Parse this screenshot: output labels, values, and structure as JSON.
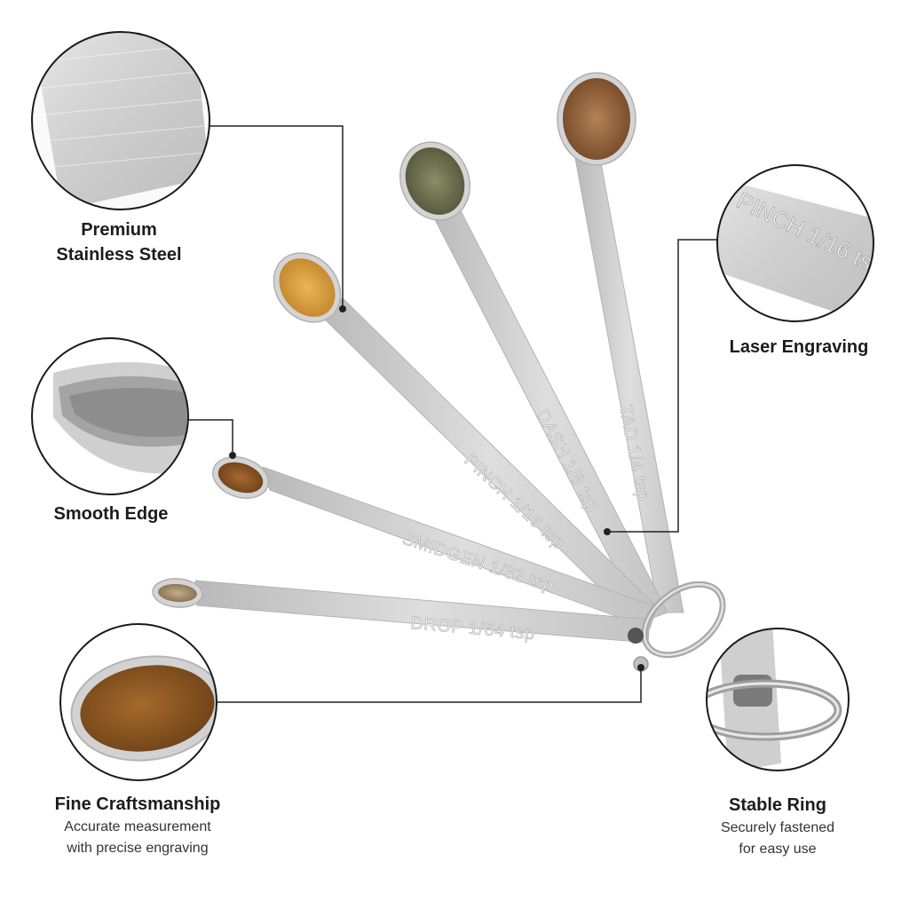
{
  "features": {
    "premium": {
      "title_line1": "Premium",
      "title_line2": "Stainless Steel"
    },
    "smooth": {
      "title": "Smooth Edge"
    },
    "fine": {
      "title": "Fine Craftsmanship",
      "sub_line1": "Accurate measurement",
      "sub_line2": "with precise engraving"
    },
    "laser": {
      "title": "Laser Engraving",
      "lens_text": "PINCH 1/16 ts"
    },
    "ring": {
      "title": "Stable Ring",
      "sub_line1": "Securely fastened",
      "sub_line2": "for easy use"
    }
  },
  "spoons": {
    "tad": "TAD 1/4 tsp",
    "dash": "DASH 1/8 tsp",
    "pinch": "PINCH 1/16 tsp",
    "smidgen": "SMIDGEN 1/32 tsp",
    "drop": "DROP 1/64 tsp"
  },
  "colors": {
    "steel": "#cfcfcf",
    "cumin": "#9a6a3c",
    "herb": "#6e7250",
    "turmeric": "#d9a23c",
    "cinnamon": "#8a5422",
    "seed": "#a08a6a",
    "line": "#222222"
  }
}
